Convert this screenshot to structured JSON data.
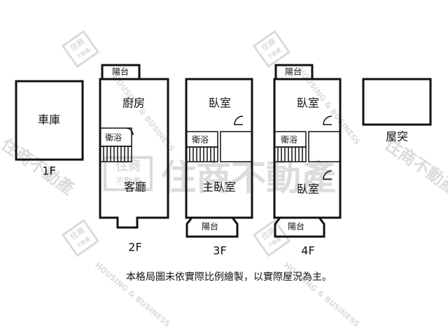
{
  "floors": {
    "f1": {
      "label": "1F",
      "rooms": {
        "garage": "車庫"
      }
    },
    "f2": {
      "label": "2F",
      "rooms": {
        "balcony": "陽台",
        "kitchen": "廚房",
        "bathroom": "衛浴",
        "living_room": "客廳"
      }
    },
    "f3": {
      "label": "3F",
      "rooms": {
        "bedroom": "臥室",
        "bathroom": "衛浴",
        "master_bedroom": "主臥室",
        "balcony": "陽台"
      }
    },
    "f4": {
      "label": "4F",
      "rooms": {
        "balcony_top": "陽台",
        "bedroom_top": "臥室",
        "bathroom": "衛浴",
        "bedroom_bottom": "臥室",
        "balcony_bottom": "陽台"
      }
    },
    "roof": {
      "label": "屋突"
    }
  },
  "note": "本格局圖未依實際比例繪製，以實際屋況為主。",
  "watermark": {
    "brand": "住商不動產",
    "logo_top": "住商",
    "logo_bottom": "不動產",
    "english": "HOUSING & BUSINESS"
  }
}
